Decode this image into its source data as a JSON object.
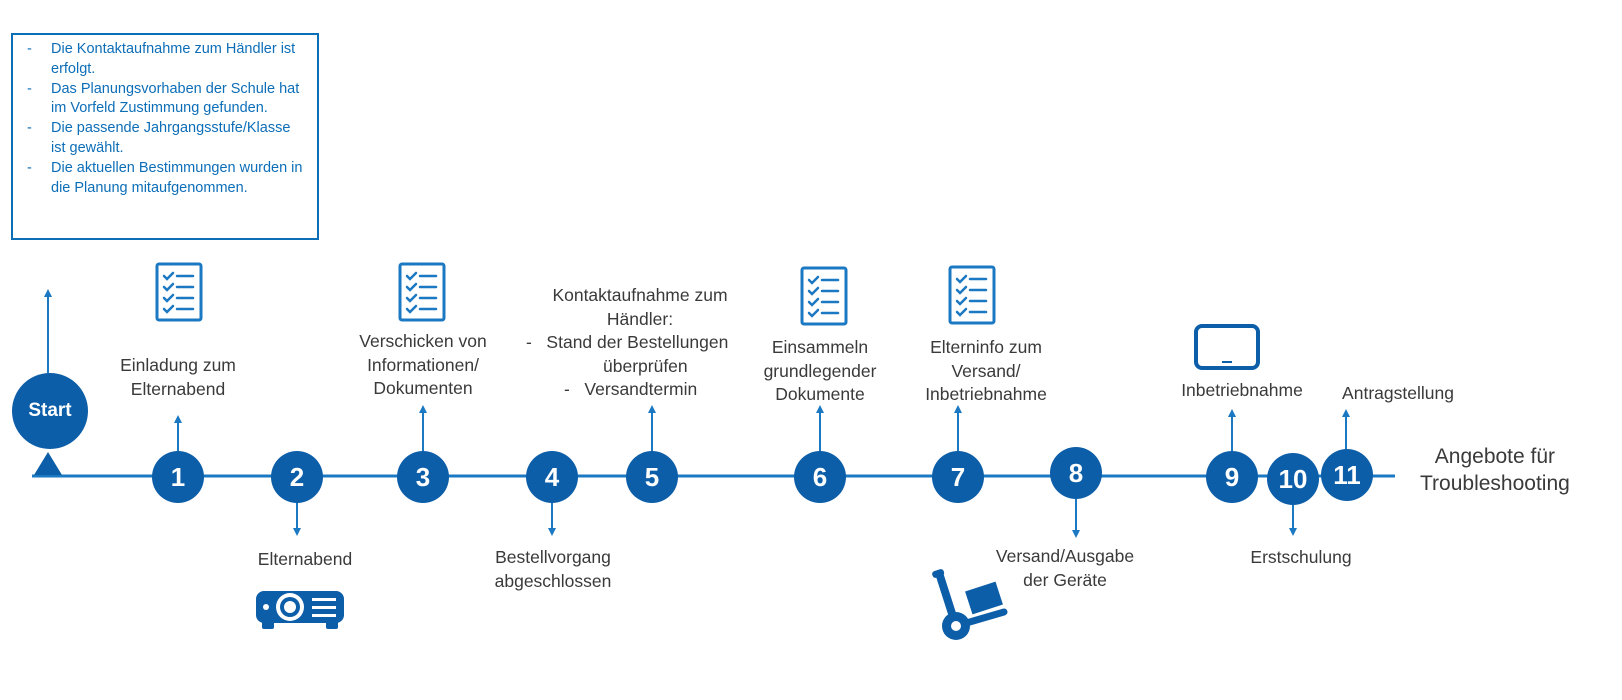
{
  "preconditions": [
    "Die Kontaktaufnahme zum Händler ist erfolgt.",
    "Das Planungsvorhaben der Schule hat im Vorfeld Zustimmung gefunden.",
    "Die passende Jahrgangsstufe/Klasse ist gewählt.",
    "Die aktuellen Bestimmungen wurden in die Planung mitaufgenommen."
  ],
  "start": "Start",
  "steps": [
    {
      "num": "1",
      "label_lines": [
        "Einladung zum",
        "Elternabend"
      ],
      "icon": "checklist-icon"
    },
    {
      "num": "2",
      "label_lines": [
        "Elternabend"
      ],
      "icon": "projector-icon"
    },
    {
      "num": "3",
      "label_lines": [
        "Verschicken von",
        "Informationen/",
        "Dokumenten"
      ],
      "icon": "checklist-icon"
    },
    {
      "num": "4",
      "label_lines": [
        "Bestellvorgang",
        "abgeschlossen"
      ]
    },
    {
      "num": "5",
      "label_lines": [
        "Kontaktaufnahme zum",
        "Händler:"
      ],
      "sub_items": [
        "Stand der Bestellungen",
        "überprüfen",
        "Versandtermin"
      ]
    },
    {
      "num": "6",
      "label_lines": [
        "Einsammeln",
        "grundlegender",
        "Dokumente"
      ],
      "icon": "checklist-icon"
    },
    {
      "num": "7",
      "label_lines": [
        "Elterninfo zum",
        "Versand/",
        "Inbetriebnahme"
      ],
      "icon": "checklist-icon"
    },
    {
      "num": "8",
      "label_lines": [
        "Versand/Ausgabe",
        "der Geräte"
      ],
      "icon": "hand-truck-icon"
    },
    {
      "num": "9",
      "label_lines": [
        "Inbetriebnahme"
      ],
      "icon": "tablet-icon"
    },
    {
      "num": "10",
      "label_lines": [
        "Erstschulung"
      ]
    },
    {
      "num": "11",
      "label_lines": [
        "Antragstellung"
      ]
    }
  ],
  "end_label_lines": [
    "Angebote für",
    "Troubleshooting"
  ],
  "colors": {
    "primary": "#0d5ea8",
    "line": "#1b78c2",
    "box": "#0d6eb8",
    "text": "#3a3a3a"
  }
}
